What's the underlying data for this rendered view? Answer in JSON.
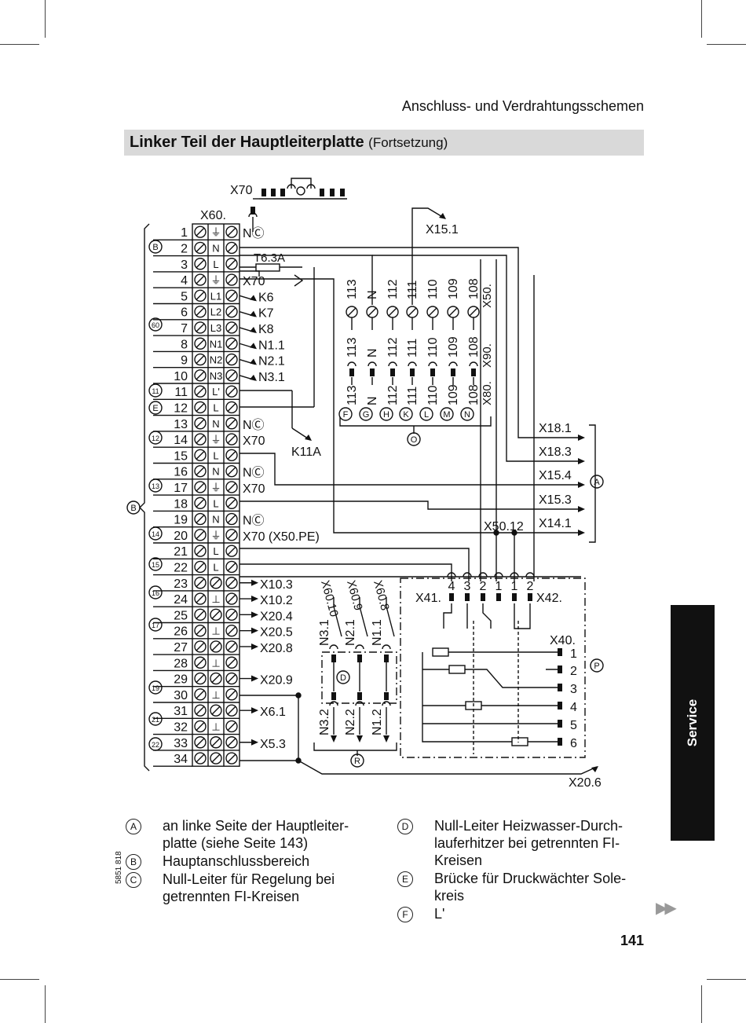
{
  "header": {
    "section": "Anschluss- und Verdrahtungsschemen"
  },
  "title": {
    "main": "Linker Teil der Hauptleiterplatte",
    "sub": "(Fortsetzung)"
  },
  "diagram": {
    "x70_top": "X70",
    "x60_label": "X60.",
    "x15_1": "X15.1",
    "fuse": "T6.3A",
    "k11a": "K11A",
    "terminal_rows": [
      {
        "n": "1",
        "m": "⏚",
        "r": "NⒸ"
      },
      {
        "n": "2",
        "m": "N",
        "r": ""
      },
      {
        "n": "3",
        "m": "L",
        "r": ""
      },
      {
        "n": "4",
        "m": "⏚",
        "r": "X70"
      },
      {
        "n": "5",
        "m": "L1",
        "r": "K6"
      },
      {
        "n": "6",
        "m": "L2",
        "r": "K7"
      },
      {
        "n": "7",
        "m": "L3",
        "r": "K8"
      },
      {
        "n": "8",
        "m": "N1",
        "r": "N1.1"
      },
      {
        "n": "9",
        "m": "N2",
        "r": "N2.1"
      },
      {
        "n": "10",
        "m": "N3",
        "r": "N3.1"
      },
      {
        "n": "11",
        "m": "L'",
        "r": ""
      },
      {
        "n": "12",
        "m": "L",
        "r": ""
      },
      {
        "n": "13",
        "m": "N",
        "r": "NⒸ"
      },
      {
        "n": "14",
        "m": "⏚",
        "r": "X70"
      },
      {
        "n": "15",
        "m": "L",
        "r": ""
      },
      {
        "n": "16",
        "m": "N",
        "r": "NⒸ"
      },
      {
        "n": "17",
        "m": "⏚",
        "r": "X70"
      },
      {
        "n": "18",
        "m": "L",
        "r": ""
      },
      {
        "n": "19",
        "m": "N",
        "r": "NⒸ"
      },
      {
        "n": "20",
        "m": "⏚",
        "r": "X70 (X50.PE)"
      },
      {
        "n": "21",
        "m": "L",
        "r": ""
      },
      {
        "n": "22",
        "m": "L",
        "r": ""
      },
      {
        "n": "23",
        "m": "",
        "r": "X10.3"
      },
      {
        "n": "24",
        "m": "⊥",
        "r": "X10.2"
      },
      {
        "n": "25",
        "m": "",
        "r": "X20.4"
      },
      {
        "n": "26",
        "m": "⊥",
        "r": "X20.5"
      },
      {
        "n": "27",
        "m": "",
        "r": "X20.8"
      },
      {
        "n": "28",
        "m": "⊥",
        "r": ""
      },
      {
        "n": "29",
        "m": "",
        "r": "X20.9"
      },
      {
        "n": "30",
        "m": "⊥",
        "r": ""
      },
      {
        "n": "31",
        "m": "",
        "r": "X6.1"
      },
      {
        "n": "32",
        "m": "⊥",
        "r": ""
      },
      {
        "n": "33",
        "m": "",
        "r": "X5.3"
      },
      {
        "n": "34",
        "m": "",
        "r": ""
      }
    ],
    "group_markers": [
      "B",
      "60",
      "11",
      "E",
      "12",
      "13",
      "B",
      "14",
      "15",
      "16",
      "17",
      "19",
      "21",
      "22"
    ],
    "upper_plugs": [
      "113",
      "N",
      "112",
      "111",
      "110",
      "109",
      "108",
      "X50."
    ],
    "middle_plugs": [
      "113",
      "N",
      "112",
      "111",
      "110",
      "109",
      "108",
      "X90."
    ],
    "lower_plugs": [
      "113",
      "N",
      "112",
      "111",
      "110",
      "109",
      "108",
      "X80."
    ],
    "lower_markers": [
      "F",
      "G",
      "H",
      "K",
      "L",
      "M",
      "N"
    ],
    "o_marker": "O",
    "right_outputs": [
      "X18.1",
      "X18.3",
      "X15.4",
      "X15.3",
      "X14.1"
    ],
    "a_marker": "A",
    "x50_12": "X50.12",
    "x41": "X41.",
    "x42": "X42.",
    "x41_pins": [
      "4",
      "3",
      "2",
      "1"
    ],
    "x42_pins": [
      "1",
      "2"
    ],
    "x40": "X40.",
    "x40_pins": [
      "1",
      "2",
      "3",
      "4",
      "5",
      "6"
    ],
    "p_marker": "P",
    "n_upper": [
      "N3.1",
      "N2.1",
      "N1.1"
    ],
    "x60_rotated": [
      "X60.10",
      "X60.9",
      "X60.8"
    ],
    "d_marker": "D",
    "n_lower": [
      "N3.2",
      "N2.2",
      "N1.2"
    ],
    "r_marker": "R",
    "x20_6": "X20.6"
  },
  "legend_left": [
    {
      "marker": "A",
      "text": "an linke Seite der Hauptleiter-platte (siehe Seite 143)"
    },
    {
      "marker": "B",
      "text": "Hauptanschlussbereich"
    },
    {
      "marker": "C",
      "text": "Null-Leiter für Regelung bei getrennten FI-Kreisen"
    }
  ],
  "legend_right": [
    {
      "marker": "D",
      "text": "Null-Leiter Heizwasser-Durch-lauferhitzer bei getrennten FI-Kreisen"
    },
    {
      "marker": "E",
      "text": "Brücke für Druckwächter Sole-kreis"
    },
    {
      "marker": "F",
      "text": "L'"
    }
  ],
  "side_tab": "Service",
  "doc_number": "5851 818",
  "page_number": "141"
}
